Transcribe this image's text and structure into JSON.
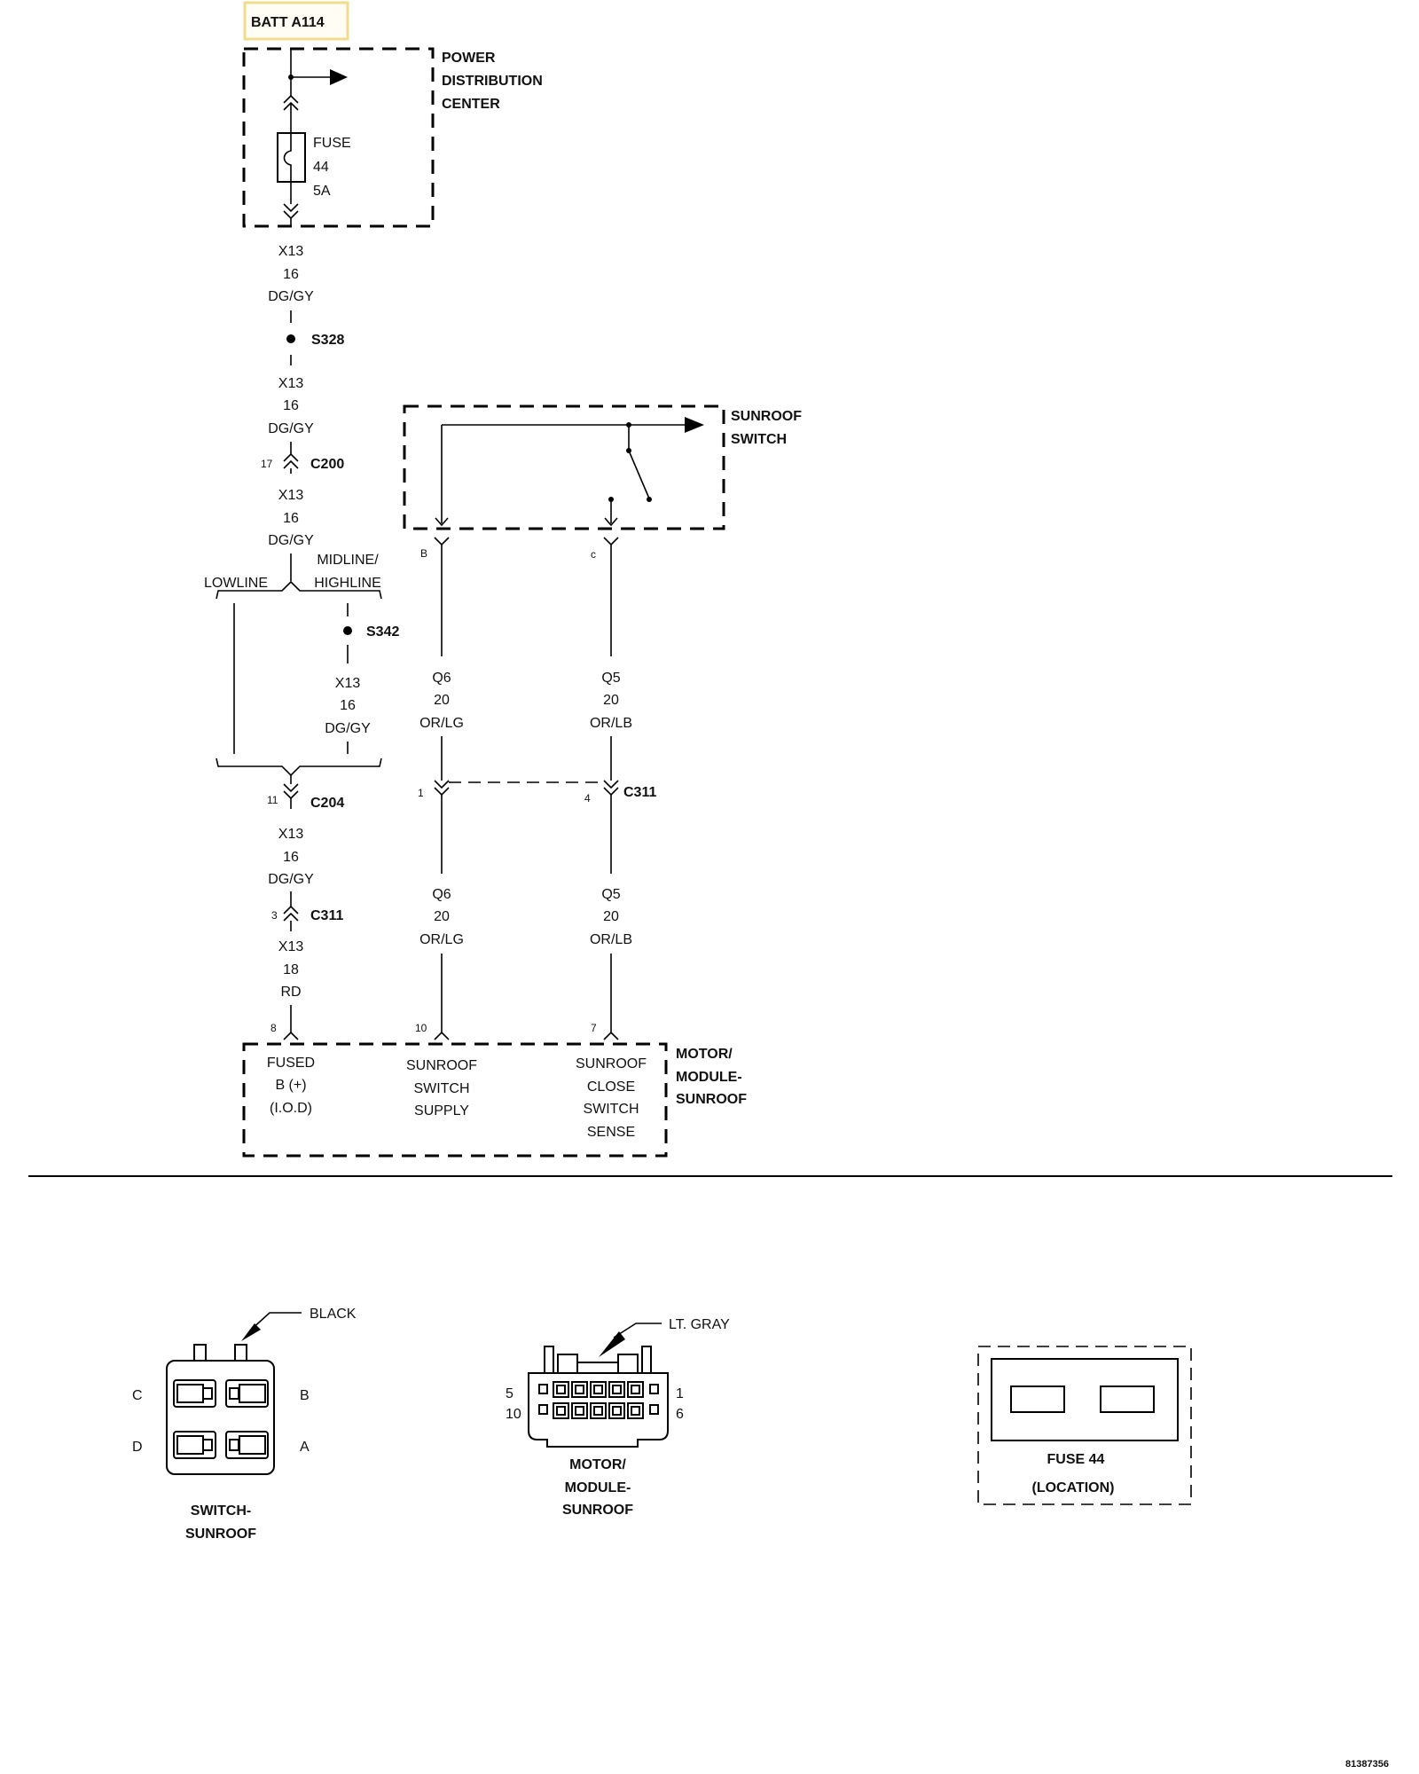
{
  "batt_label": "BATT A114",
  "pdc": {
    "label_lines": [
      "POWER",
      "DISTRIBUTION",
      "CENTER"
    ]
  },
  "fuse": {
    "label_lines": [
      "FUSE",
      "44",
      "5A"
    ]
  },
  "wire_seg1": [
    "X13",
    "16",
    "DG/GY"
  ],
  "splice_s328": "S328",
  "wire_seg2": [
    "X13",
    "16",
    "DG/GY"
  ],
  "c200": {
    "pin": "17",
    "name": "C200"
  },
  "wire_seg3": [
    "X13",
    "16",
    "DG/GY"
  ],
  "branch": {
    "left": "LOWLINE",
    "right_lines": [
      "MIDLINE/",
      "HIGHLINE"
    ]
  },
  "splice_s342": "S342",
  "wire_seg4": [
    "X13",
    "16",
    "DG/GY"
  ],
  "c204": {
    "pin": "11",
    "name": "C204"
  },
  "wire_seg5": [
    "X13",
    "16",
    "DG/GY"
  ],
  "c311_left": {
    "pin": "3",
    "name": "C311"
  },
  "wire_seg6": [
    "X13",
    "18",
    "RD"
  ],
  "sunroof_switch": {
    "label_lines": [
      "SUNROOF",
      "SWITCH"
    ],
    "pin_b": "B",
    "pin_c": "c"
  },
  "wire_q6_upper": [
    "Q6",
    "20",
    "OR/LG"
  ],
  "wire_q5_upper": [
    "Q5",
    "20",
    "OR/LB"
  ],
  "c311_mid": {
    "pin_left": "1",
    "pin_right": "4",
    "name": "C311"
  },
  "wire_q6_lower": [
    "Q6",
    "20",
    "OR/LG"
  ],
  "wire_q5_lower": [
    "Q5",
    "20",
    "OR/LB"
  ],
  "module": {
    "label_lines": [
      "MOTOR/",
      "MODULE-",
      "SUNROOF"
    ],
    "pins": [
      "8",
      "10",
      "7"
    ],
    "fused_lines": [
      "FUSED",
      "B (+)",
      "(I.O.D)"
    ],
    "supply_lines": [
      "SUNROOF",
      "SWITCH",
      "SUPPLY"
    ],
    "sense_lines": [
      "SUNROOF",
      "CLOSE",
      "SWITCH",
      "SENSE"
    ]
  },
  "switch_connector": {
    "callout": "BLACK",
    "pins": [
      "C",
      "B",
      "D",
      "A"
    ],
    "label_lines": [
      "SWITCH-",
      "SUNROOF"
    ]
  },
  "module_connector": {
    "callout": "LT. GRAY",
    "pins": [
      "5",
      "10",
      "1",
      "6"
    ],
    "label_lines": [
      "MOTOR/",
      "MODULE-",
      "SUNROOF"
    ]
  },
  "fuse_location": {
    "label_lines": [
      "FUSE 44",
      "(LOCATION)"
    ]
  },
  "image_id": "81387356"
}
